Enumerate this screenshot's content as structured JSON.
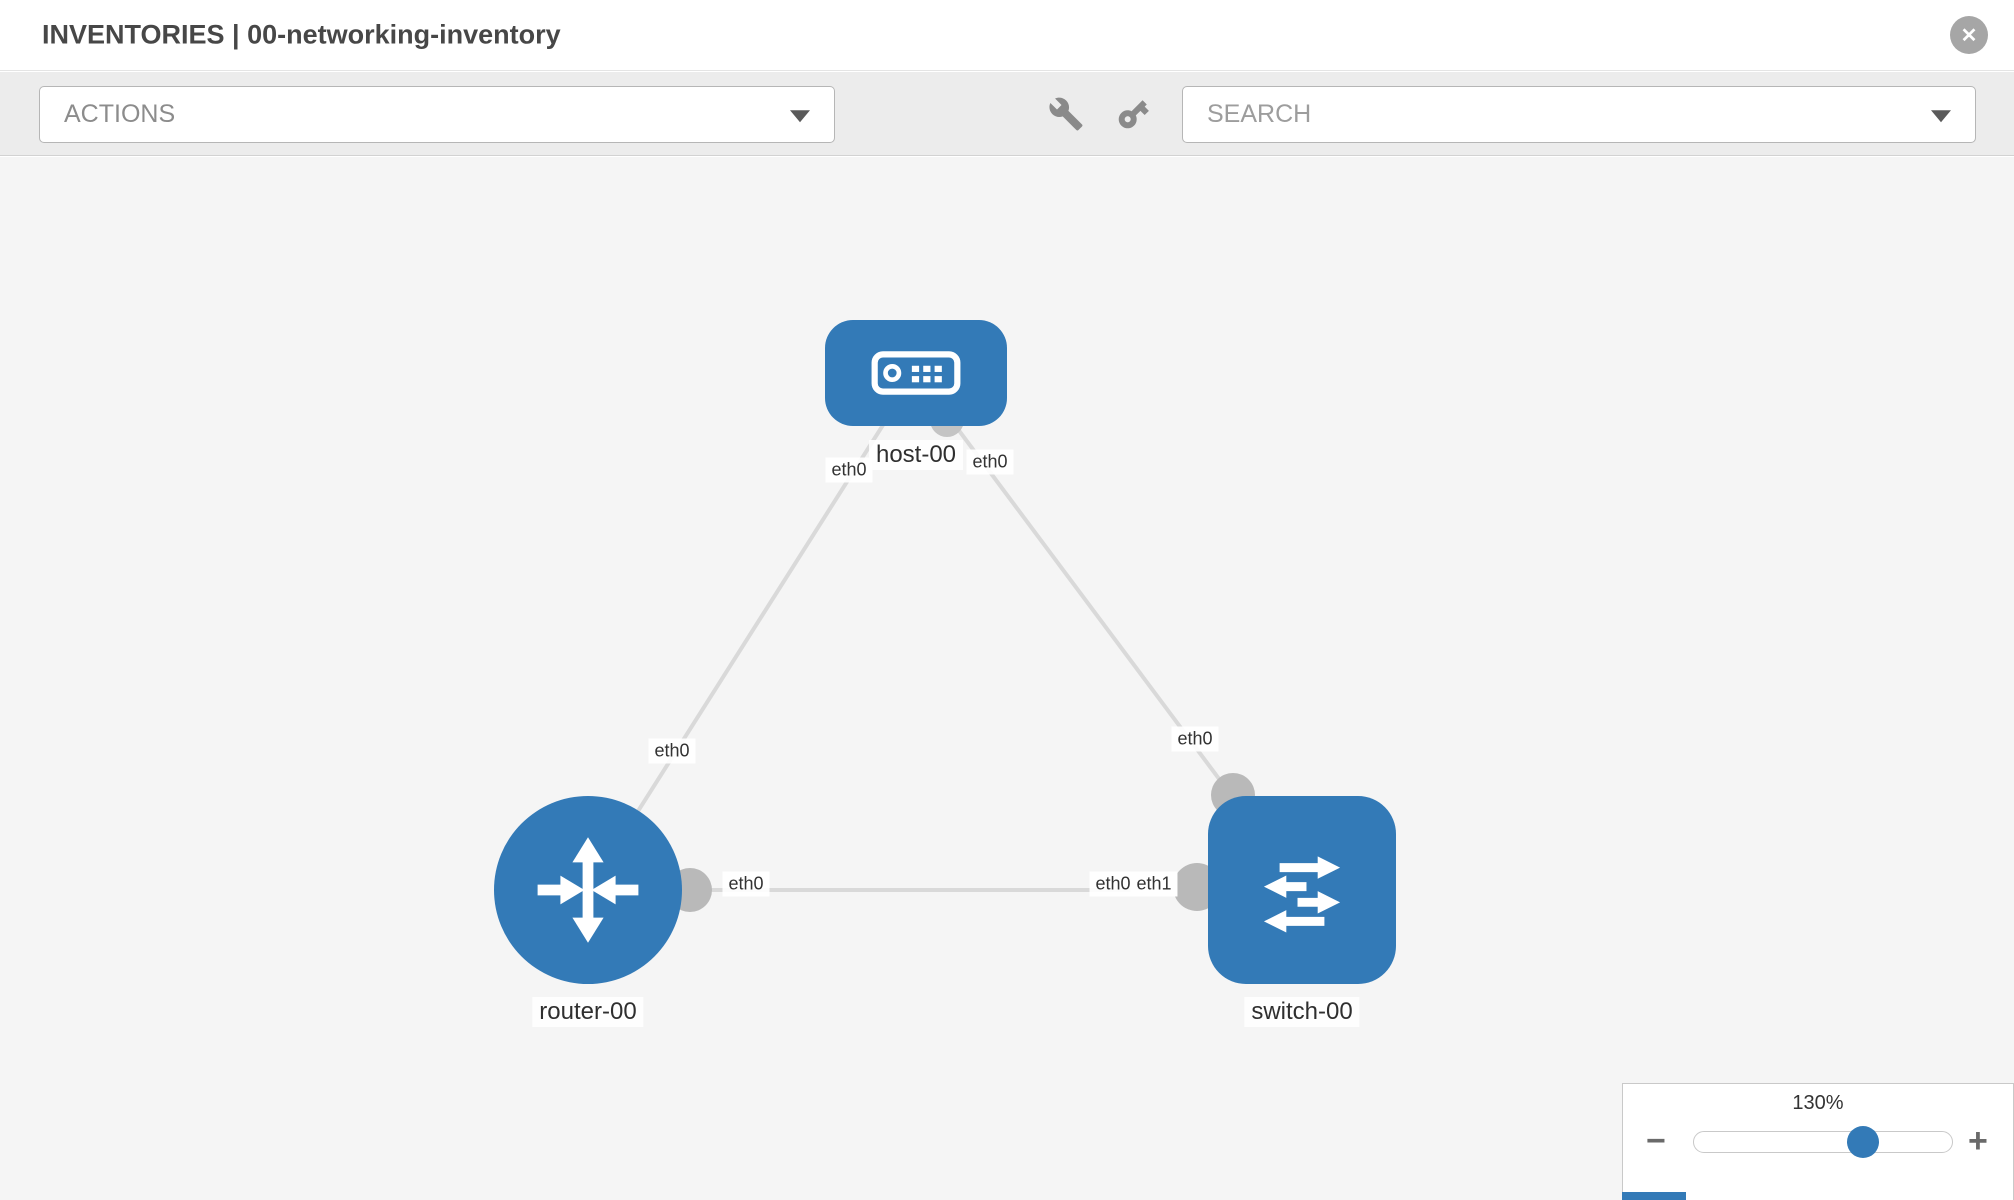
{
  "header": {
    "title": "INVENTORIES | 00-networking-inventory"
  },
  "icons": {
    "close": "✕"
  },
  "toolbar": {
    "actions_label": "ACTIONS",
    "search_placeholder": "SEARCH"
  },
  "topology": {
    "nodes": [
      {
        "id": "host-00",
        "type": "host",
        "label": "host-00"
      },
      {
        "id": "router-00",
        "type": "router",
        "label": "router-00"
      },
      {
        "id": "switch-00",
        "type": "switch",
        "label": "switch-00"
      }
    ],
    "links": [
      {
        "source": "host-00",
        "target": "router-00",
        "source_interface": "eth0",
        "target_interface": "eth0"
      },
      {
        "source": "host-00",
        "target": "switch-00",
        "source_interface": "eth0",
        "target_interface": "eth0"
      },
      {
        "source": "router-00",
        "target": "switch-00",
        "source_interface": "eth0",
        "target_interface": "eth1"
      }
    ],
    "iface_chips": [
      "eth0",
      "eth0",
      "eth0",
      "eth0",
      "eth0",
      "eth0",
      "eth1"
    ]
  },
  "zoom": {
    "level": "130%",
    "minus": "−",
    "plus": "+"
  },
  "colors": {
    "node_blue": "#337ab7",
    "edge_gray": "#d9d9d9",
    "canvas_bg": "#f5f5f5"
  }
}
